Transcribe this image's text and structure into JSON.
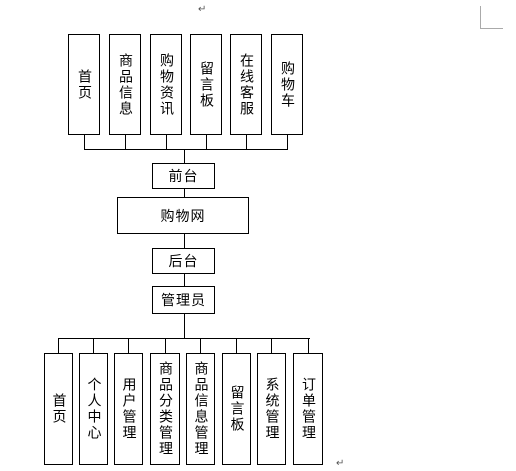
{
  "marks": {
    "return_mark": "↵",
    "return_mark_bottom": "↵"
  },
  "frontend_modules": [
    {
      "label": "首页"
    },
    {
      "label": "商品信息"
    },
    {
      "label": "购物资讯"
    },
    {
      "label": "留言板"
    },
    {
      "label": "在线客服"
    },
    {
      "label": "购物车"
    }
  ],
  "frontend": "前台",
  "site": "购物网",
  "backend": "后台",
  "admin": "管理员",
  "admin_modules": [
    {
      "label": "首页"
    },
    {
      "label": "个人中心"
    },
    {
      "label": "用户管理"
    },
    {
      "label": "商品分类管理"
    },
    {
      "label": "商品信息管理"
    },
    {
      "label": "留言板"
    },
    {
      "label": "系统管理"
    },
    {
      "label": "订单管理"
    }
  ]
}
